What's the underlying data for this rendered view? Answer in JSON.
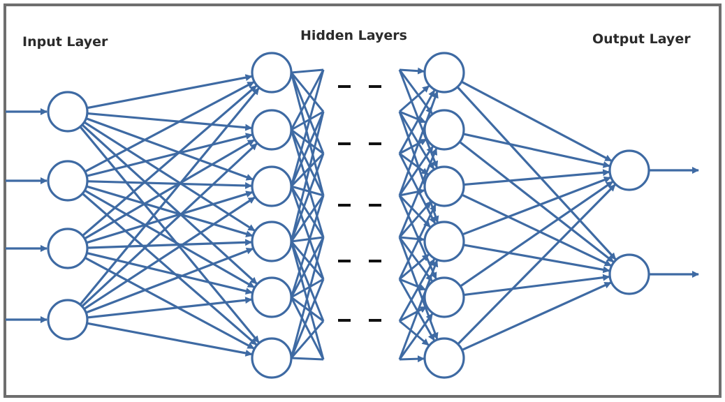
{
  "labels": {
    "input": "Input Layer",
    "hidden": "Hidden Layers",
    "output": "Output Layer"
  },
  "colors": {
    "edge": "#3e6aa3",
    "node_stroke": "#3e6aa3",
    "node_fill": "#ffffff",
    "frame": "#6e6e6e",
    "ellipsis": "#111111"
  },
  "network": {
    "input_nodes": 4,
    "first_hidden_nodes": 6,
    "last_hidden_nodes": 6,
    "output_nodes": 2,
    "connectivity": "fully-connected",
    "hidden_gap_marker": "dashes"
  }
}
